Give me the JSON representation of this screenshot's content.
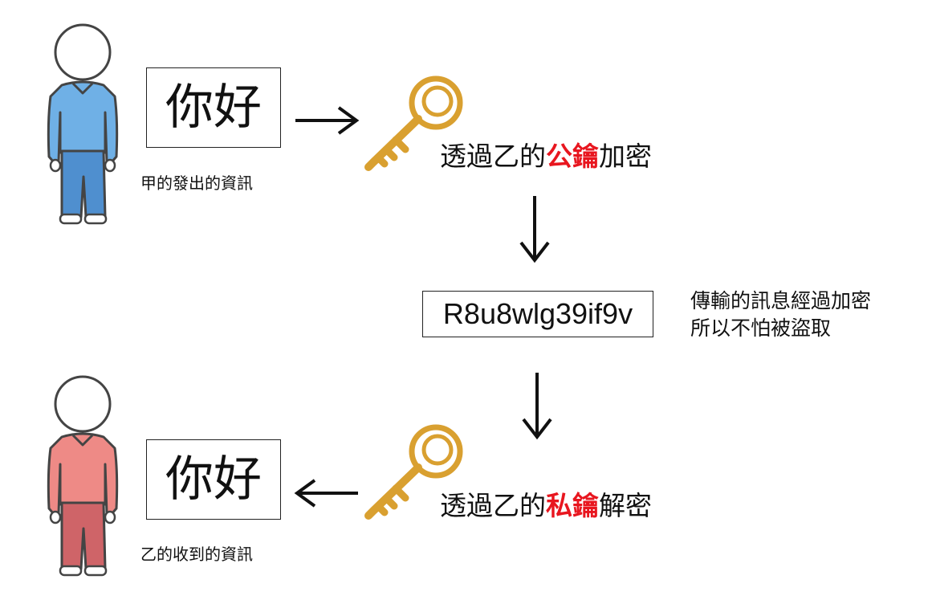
{
  "colors": {
    "sender_shirt": "#6fb0e6",
    "sender_pants": "#4f8fcf",
    "receiver_shirt": "#ee8a86",
    "receiver_pants": "#cf6468",
    "key": "#d9a030",
    "keyword": "#e8161f",
    "outline": "#444444"
  },
  "sender": {
    "figure_icon": "person-blue-icon",
    "message": "你好",
    "caption": "甲的發出的資訊"
  },
  "encrypt_step": {
    "key_icon": "golden-key-icon",
    "prefix": "透過乙的",
    "keyword": "公鑰",
    "suffix": "加密"
  },
  "ciphertext": {
    "value": "R8u8wlg39if9v",
    "note_line1": "傳輸的訊息經過加密",
    "note_line2": "所以不怕被盜取"
  },
  "decrypt_step": {
    "key_icon": "golden-key-icon",
    "prefix": "透過乙的",
    "keyword": "私鑰",
    "suffix": "解密"
  },
  "receiver": {
    "figure_icon": "person-pink-icon",
    "message": "你好",
    "caption": "乙的收到的資訊"
  }
}
